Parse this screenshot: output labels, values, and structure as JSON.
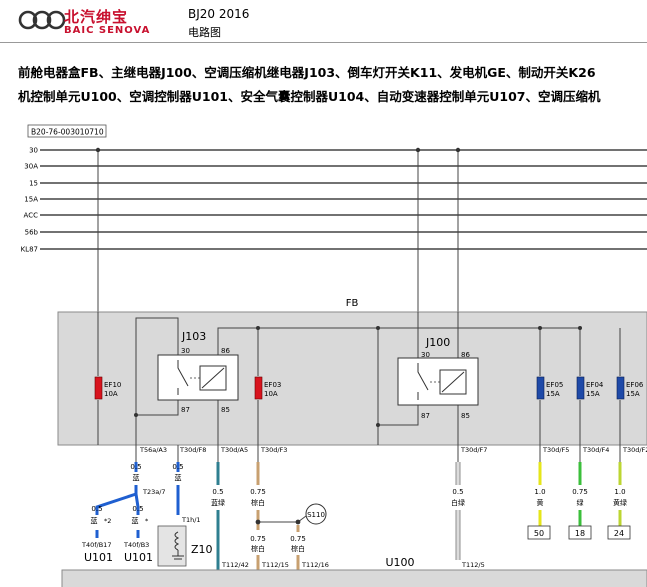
{
  "header": {
    "brand_cn": "北汽绅宝",
    "brand_en": "BAIC SENOVA",
    "model": "BJ20 2016",
    "doc_type": "电路图"
  },
  "description": {
    "line1": "前舱电器盒FB、主继电器J100、空调压缩机继电器J103、倒车灯开关K11、发电机GE、制动开关K26",
    "line2": "机控制单元U100、空调控制器U101、安全气囊控制器U104、自动变速器控制单元U107、空调压缩机"
  },
  "diagram": {
    "diagram_id": "B20-76-003010710",
    "bus_labels": [
      "30",
      "30A",
      "15",
      "15A",
      "ACC",
      "56b",
      "KL87"
    ],
    "fb_label": "FB",
    "relays": {
      "j103": {
        "name": "J103",
        "pin30": "30",
        "pin86": "86",
        "pin87": "87",
        "pin85": "85"
      },
      "j100": {
        "name": "J100",
        "pin30": "30",
        "pin86": "86",
        "pin87": "87",
        "pin85": "85"
      }
    },
    "fuses": {
      "ef10": {
        "name": "EF10",
        "rating": "10A"
      },
      "ef03": {
        "name": "EF03",
        "rating": "10A"
      },
      "ef05": {
        "name": "EF05",
        "rating": "15A"
      },
      "ef04": {
        "name": "EF04",
        "rating": "15A"
      },
      "ef06": {
        "name": "EF06",
        "rating": "15A"
      }
    },
    "terminals": {
      "t56a_a3": "T56a/A3",
      "t30d_f8": "T30d/F8",
      "t30d_a5": "T30d/A5",
      "t30d_f3": "T30d/F3",
      "t30d_f7": "T30d/F7",
      "t30d_f5": "T30d/F5",
      "t30d_f4": "T30d/F4",
      "t30d_f2": "T30d/F2",
      "t23a_7": "T23a/7",
      "t1h_1": "T1h/1",
      "t40f_b17": "T40f/B17",
      "t40f_b3": "T40f/B3",
      "t112_42": "T112/42",
      "t112_15": "T112/15",
      "t112_16": "T112/16",
      "t112_5": "T112/5"
    },
    "wires": {
      "w1_size": "0.5",
      "w1_color": "蓝",
      "w2_size": "0.5",
      "w2_color": "蓝",
      "w3_size": "0.5",
      "w3_color": "蓝",
      "w3_note": "*2",
      "w4_size": "0.5",
      "w4_color": "蓝",
      "w4_note": "*",
      "w5_size": "0.5",
      "w5_color": "蓝绿",
      "w6_size": "0.75",
      "w6_color": "棕白",
      "w7_size": "0.75",
      "w7_color": "棕白",
      "w8_size": "0.75",
      "w8_color": "棕白",
      "w9_size": "0.5",
      "w9_color": "白绿",
      "w10_size": "1.0",
      "w10_color": "黄",
      "w11_size": "0.75",
      "w11_color": "绿",
      "w12_size": "1.0",
      "w12_color": "黄绿"
    },
    "splice": "S110",
    "components": {
      "z10": "Z10",
      "u101_a": "U101",
      "u101_b": "U101",
      "u100": "U100"
    },
    "refs": {
      "r50": "50",
      "r18": "18",
      "r24": "24"
    }
  },
  "colors": {
    "brand": "#c8102e",
    "fuse_red": "#d8141e",
    "fuse_blue": "#1f4aa8",
    "wire_blue": "#1f5fd0",
    "wire_teal": "#2f7f90",
    "wire_brown": "#c8a070",
    "wire_yellow": "#e6e61a",
    "wire_green": "#3bbf3b",
    "wire_yellowgreen": "#bcd632",
    "box_gray": "#d9d9d9"
  }
}
